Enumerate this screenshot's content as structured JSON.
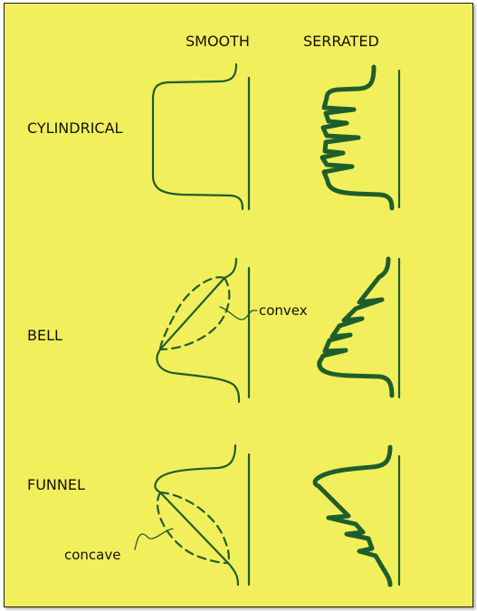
{
  "colors": {
    "background": "#f2ef5c",
    "curve": "#1e5e2c",
    "text": "#111111",
    "border": "#222222"
  },
  "headers": {
    "smooth": "SMOOTH",
    "serrated": "SERRATED"
  },
  "rows": [
    {
      "label": "CYLINDRICAL"
    },
    {
      "label": "BELL"
    },
    {
      "label": "FUNNEL"
    }
  ],
  "annotations": {
    "convex": "convex",
    "concave": "concave"
  }
}
